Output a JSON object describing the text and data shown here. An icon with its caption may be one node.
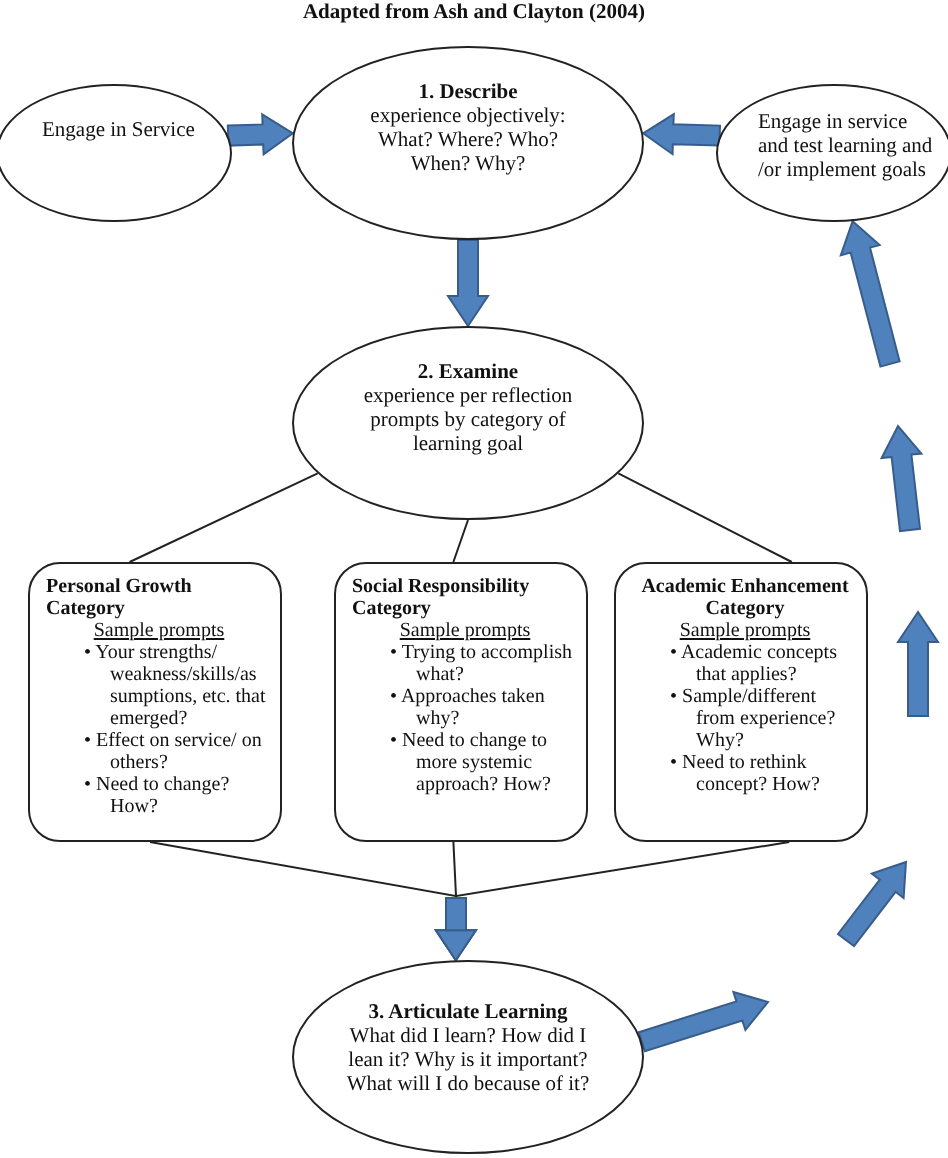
{
  "diagram": {
    "title": "Adapted from Ash and Clayton (2004)",
    "nodes": [
      {
        "text": [
          "Engage in Service"
        ]
      },
      {
        "text": [
          "1. Describe",
          "experience objectively: What? Where? Who? When? Why?"
        ]
      },
      {
        "text": [
          "Engage in service and test learning and /or implement goals"
        ]
      },
      {
        "text": [
          "2. Examine",
          "experience per reflection prompts by category of learning goal"
        ]
      },
      {
        "text": [
          "Personal Growth Category",
          "Sample prompts",
          "• Your strengths/ weakness/skills/as sumptions, etc. that emerged?",
          "• Effect on service/ on others?",
          "• Need to change? How?"
        ]
      },
      {
        "text": [
          "Social Responsibility Category",
          "Sample prompts",
          "• Trying to accomplish what?",
          "• Approaches taken why?",
          "• Need to change to more systemic approach? How?"
        ]
      },
      {
        "text": [
          "Academic Enhancement Category",
          "Sample prompts",
          "• Academic concepts that applies?",
          "• Sample/different from experience? Why?",
          "• Need to rethink concept? How?"
        ]
      },
      {
        "text": [
          "3. Articulate Learning",
          "What did I learn? How did I lean it? Why is it important? What will I do because of it?"
        ]
      }
    ],
    "edges": [
      {
        "from": 0,
        "to": 1,
        "arrow": "to"
      },
      {
        "from": 2,
        "to": 1,
        "arrow": "to"
      },
      {
        "from": 1,
        "to": 3,
        "arrow": "to"
      },
      {
        "from": 3,
        "to": 4,
        "arrow": "none"
      },
      {
        "from": 3,
        "to": 5,
        "arrow": "none"
      },
      {
        "from": 3,
        "to": 6,
        "arrow": "none"
      },
      {
        "from": 4,
        "to": 7,
        "arrow": "to"
      },
      {
        "from": 5,
        "to": 7,
        "arrow": "to"
      },
      {
        "from": 6,
        "to": 7,
        "arrow": "to"
      },
      {
        "from": 7,
        "to": 2,
        "arrow": "to"
      }
    ]
  }
}
